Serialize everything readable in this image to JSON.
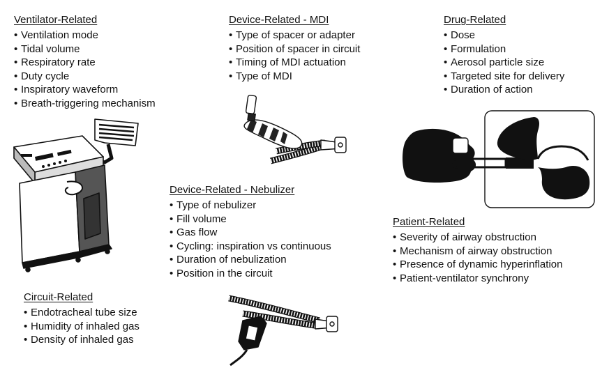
{
  "sections": {
    "ventilator": {
      "title": "Ventilator-Related",
      "items": [
        "Ventilation mode",
        "Tidal volume",
        "Respiratory rate",
        "Duty cycle",
        "Inspiratory waveform",
        "Breath-triggering mechanism"
      ]
    },
    "mdi": {
      "title": "Device-Related - MDI",
      "items": [
        "Type of spacer or adapter",
        "Position of spacer in circuit",
        "Timing of MDI actuation",
        "Type of MDI"
      ]
    },
    "drug": {
      "title": "Drug-Related",
      "items": [
        "Dose",
        "Formulation",
        "Aerosol particle size",
        "Targeted site for delivery",
        "Duration of action"
      ]
    },
    "nebulizer": {
      "title": "Device-Related - Nebulizer",
      "items": [
        "Type of nebulizer",
        "Fill volume",
        "Gas flow",
        "Cycling: inspiration vs continuous",
        "Duration of nebulization",
        "Position in the circuit"
      ]
    },
    "patient": {
      "title": "Patient-Related",
      "items": [
        "Severity of airway obstruction",
        "Mechanism of airway obstruction",
        "Presence of dynamic hyperinflation",
        "Patient-ventilator synchrony"
      ]
    },
    "circuit": {
      "title": "Circuit-Related",
      "items": [
        "Endotracheal tube size",
        "Humidity of inhaled gas",
        "Density of inhaled gas"
      ]
    }
  },
  "illustrations": [
    "ventilator-machine",
    "mdi-in-circuit",
    "patient-lungs",
    "nebulizer-in-circuit"
  ]
}
